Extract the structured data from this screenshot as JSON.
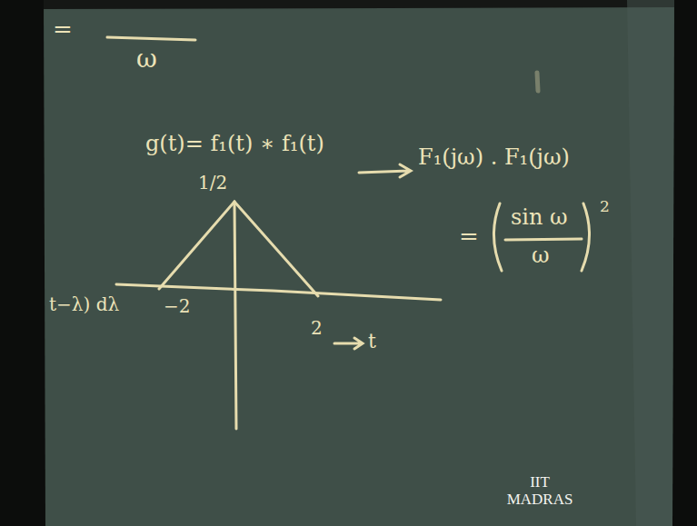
{
  "diagram": {
    "labels": [
      "=",
      "ω",
      "g(t)= f₁(t) ∗ f₁(t)",
      "1/2",
      "−2",
      "2",
      "t",
      "t−λ) dλ",
      "F₁(jω) . F₁(jω)",
      "=",
      "sin ω",
      "ω",
      "2",
      "IIT MADRAS"
    ]
  }
}
